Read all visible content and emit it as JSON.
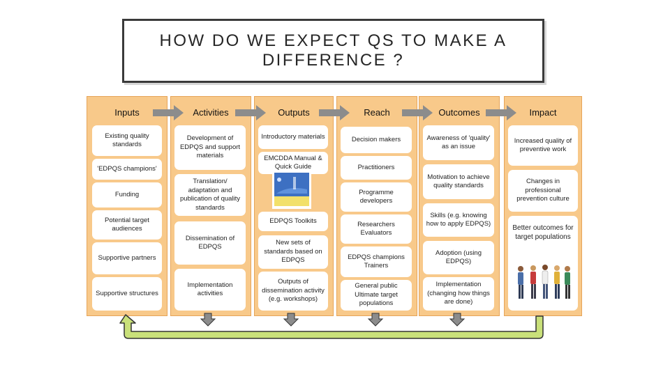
{
  "title": {
    "line1": "HOW DO WE EXPECT QS TO MAKE A",
    "line2": "DIFFERENCE ?"
  },
  "columns": [
    {
      "header": "Inputs",
      "items": [
        "Existing quality standards",
        "'EDPQS champions'",
        "Funding",
        "Potential target audiences",
        "Supportive partners",
        "Supportive structures"
      ]
    },
    {
      "header": "Activities",
      "items": [
        "Development of EDPQS and support materials",
        "Translation/ adaptation and publication of quality standards",
        "Dissemination of EDPQS",
        "Implementation activities"
      ]
    },
    {
      "header": "Outputs",
      "items": [
        "Introductory materials",
        "EMCDDA Manual & Quick Guide",
        "EDPQS Toolkits",
        "New sets of standards based on EDPQS",
        "Outputs of dissemination activity (e.g. workshops)"
      ]
    },
    {
      "header": "Reach",
      "items": [
        "Decision makers",
        "Practitioners",
        "Programme developers",
        "Researchers Evaluators",
        "EDPQS champions Trainers",
        "General public Ultimate target populations"
      ]
    },
    {
      "header": "Outcomes",
      "items": [
        "Awareness of 'quality' as an issue",
        "Motivation to achieve quality standards",
        "Skills (e.g. knowing how to apply EDPQS)",
        "Adoption (using EDPQS)",
        "Implementation (changing how things are done)"
      ]
    },
    {
      "header": "Impact",
      "items": [
        "Increased quality of preventive work",
        "Changes in professional prevention culture",
        "Better outcomes for target populations"
      ]
    }
  ],
  "icons": {
    "book": "manual-book-icon",
    "people": "people-group-icon"
  },
  "colors": {
    "column_fill": "#f8c98a",
    "arrow_fill": "#8c8c8c",
    "loop_fill": "#c9e07a"
  }
}
